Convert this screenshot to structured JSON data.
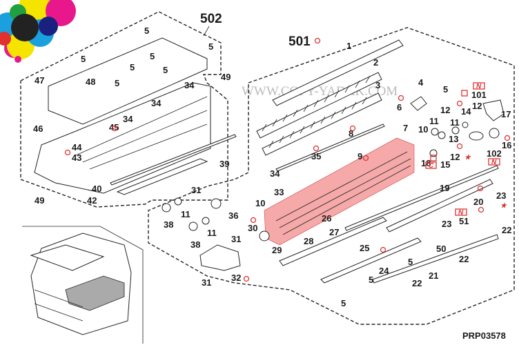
{
  "diagram": {
    "title_code": "PRP03578",
    "watermark": "WWW.COPY-YADAK.COM",
    "groups": [
      {
        "id": "502",
        "label": "502"
      },
      {
        "id": "501",
        "label": "501"
      }
    ],
    "labels": {
      "g502": [
        "5",
        "5",
        "5",
        "5",
        "5",
        "5",
        "49",
        "47",
        "48",
        "5",
        "34",
        "34",
        "34",
        "46",
        "45",
        "44",
        "43",
        "39",
        "40",
        "42",
        "49"
      ],
      "g501": [
        "1",
        "2",
        "3",
        "4",
        "5",
        "6",
        "7",
        "8",
        "9",
        "10",
        "11",
        "11",
        "12",
        "12",
        "12",
        "13",
        "14",
        "15",
        "16",
        "17",
        "18",
        "19",
        "20",
        "21",
        "22",
        "22",
        "22",
        "23",
        "23",
        "24",
        "25",
        "26",
        "27",
        "28",
        "33",
        "34",
        "35",
        "50",
        "51",
        "5",
        "5",
        "5",
        "101",
        "102"
      ],
      "g_lower_left": [
        "31",
        "11",
        "38",
        "36",
        "11",
        "38",
        "30",
        "31",
        "29",
        "32",
        "31",
        "10"
      ]
    },
    "markers": {
      "new_part": "N",
      "changed": "C",
      "star": "★"
    },
    "colors": {
      "highlight": "#f07070",
      "marker_red": "#e03030",
      "ink": "#1a1a1a"
    },
    "logo": {
      "type": "cmyk-circles"
    }
  }
}
